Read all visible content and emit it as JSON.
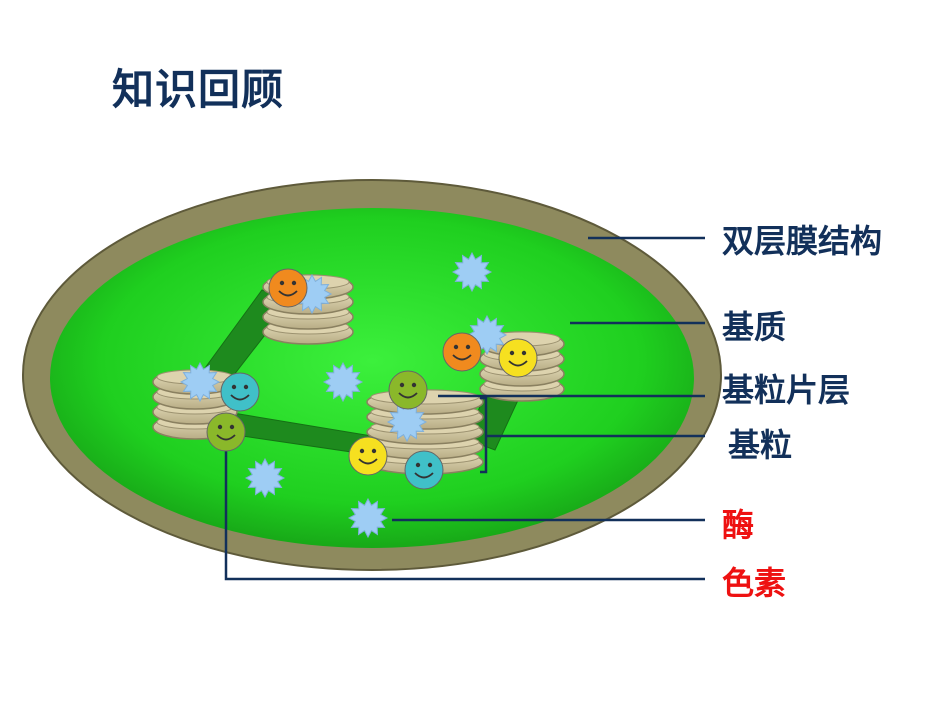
{
  "title": "知识回顾",
  "labels": [
    {
      "key": "membrane",
      "text": "双层膜结构",
      "color": "#12305a"
    },
    {
      "key": "stroma",
      "text": "基质",
      "color": "#12305a"
    },
    {
      "key": "lamella",
      "text": "基粒片层",
      "color": "#12305a"
    },
    {
      "key": "granum",
      "text": "基粒",
      "color": "#12305a"
    },
    {
      "key": "enzyme",
      "text": "酶",
      "color": "#ee1111"
    },
    {
      "key": "pigment",
      "text": "色素",
      "color": "#ee1111"
    }
  ],
  "colors": {
    "outer_membrane": "#8e8a5e",
    "stroma": "#22d022",
    "lamella": "#1f8a1f",
    "thylakoid": "#cfc5a0",
    "enzyme": "#9ecdf4",
    "leader_line": "#12305a",
    "pigment_orange": "#f08a1e",
    "pigment_yellow": "#f6e020",
    "pigment_green": "#8ab82a",
    "pigment_cyan": "#40c0c8"
  },
  "icons": [
    "smiley-pigment-icon",
    "star-enzyme-icon"
  ]
}
